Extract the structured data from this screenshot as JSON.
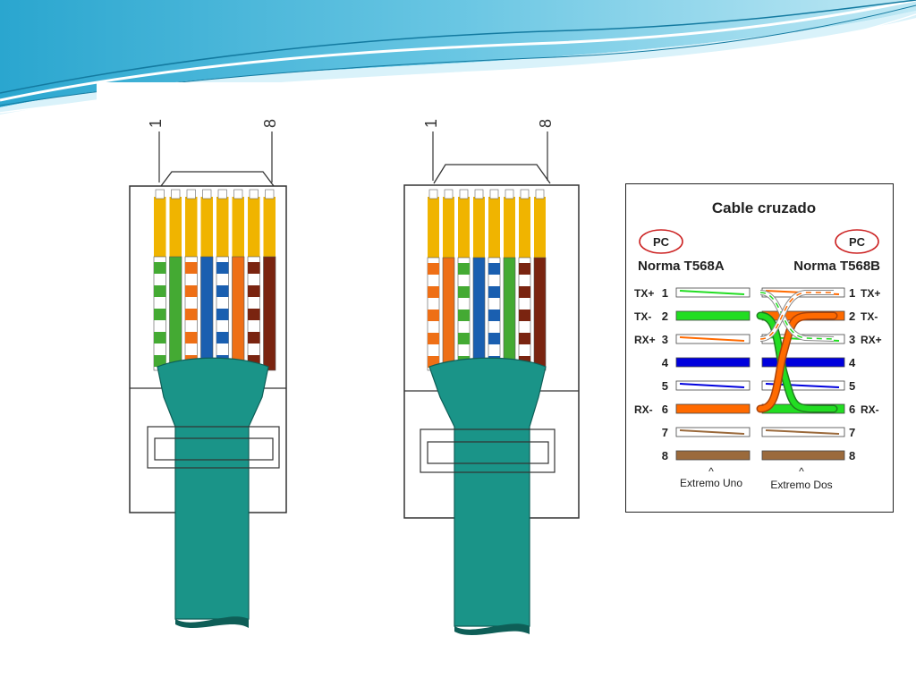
{
  "plugs": [
    {
      "label_first": "1",
      "label_last": "8",
      "wires": [
        "green-white",
        "green",
        "orange-white",
        "blue",
        "blue-white",
        "orange",
        "brown-white",
        "brown"
      ]
    },
    {
      "label_first": "1",
      "label_last": "8",
      "wires": [
        "orange-white",
        "orange",
        "green-white",
        "blue",
        "blue-white",
        "green",
        "brown-white",
        "brown"
      ]
    }
  ],
  "colors": {
    "jacket": "#1a9488",
    "gold": "#f0b400",
    "green": "#44aa33",
    "orange": "#ee6f16",
    "blue": "#1a5fb0",
    "brown": "#7a2410",
    "diag_green": "#22dd22",
    "diag_orange": "#ff6a00",
    "diag_blue": "#0000dd",
    "diag_brown": "#9b6a3c",
    "pc_circle": "#cc2222"
  },
  "diagram": {
    "title": "Cable cruzado",
    "left_pc": "PC",
    "right_pc": "PC",
    "left_standard": "Norma T568A",
    "right_standard": "Norma T568B",
    "pins": [
      {
        "num": "1",
        "left_label": "TX+",
        "right_label": "TX+"
      },
      {
        "num": "2",
        "left_label": "TX-",
        "right_label": "TX-"
      },
      {
        "num": "3",
        "left_label": "RX+",
        "right_label": "RX+"
      },
      {
        "num": "4",
        "left_label": "",
        "right_label": ""
      },
      {
        "num": "5",
        "left_label": "",
        "right_label": ""
      },
      {
        "num": "6",
        "left_label": "RX-",
        "right_label": "RX-"
      },
      {
        "num": "7",
        "left_label": "",
        "right_label": ""
      },
      {
        "num": "8",
        "left_label": "",
        "right_label": ""
      }
    ],
    "end_left": "Extremo Uno",
    "end_right": "Extremo Dos"
  }
}
